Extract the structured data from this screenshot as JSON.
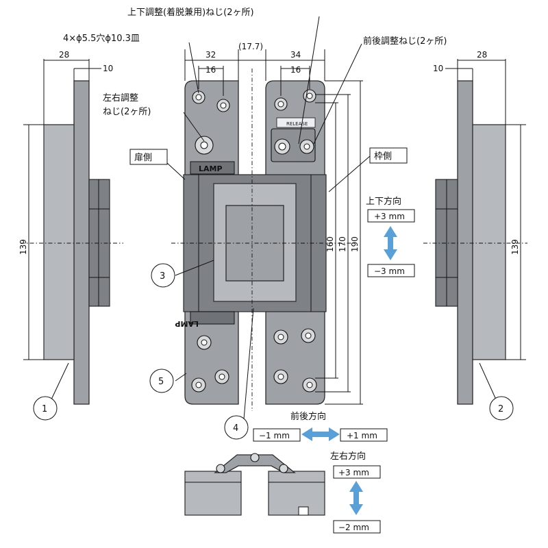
{
  "callouts": {
    "top_adjust": "上下調整(着脱兼用)ねじ(2ヶ所)",
    "mount_holes": "4×ϕ5.5穴ϕ10.3皿",
    "lateral_adjust_line1": "左右調整",
    "lateral_adjust_line2": "ねじ(2ヶ所)",
    "depth_adjust": "前後調整ねじ(2ヶ所)",
    "door_side": "扉側",
    "frame_side": "枠側",
    "logo": "LAMP",
    "release": "RELEASE"
  },
  "dimensions": {
    "left_28": "28",
    "left_10": "10",
    "top_32": "32",
    "top_16a": "16",
    "top_17_7": "(17.7)",
    "top_34": "34",
    "top_16b": "16",
    "right_10": "10",
    "right_28": "28",
    "h_139_left": "139",
    "h_139_right": "139",
    "h_160": "160",
    "h_170": "170",
    "h_190": "190"
  },
  "adjustments": {
    "vertical_title": "上下方向",
    "vertical_plus": "+3 mm",
    "vertical_minus": "−3 mm",
    "depth_title": "前後方向",
    "depth_minus": "−1 mm",
    "depth_plus": "+1 mm",
    "lateral_title": "左右方向",
    "lateral_plus": "+3 mm",
    "lateral_minus": "−2 mm"
  },
  "part_numbers": {
    "p1": "1",
    "p2": "2",
    "p3": "3",
    "p4": "4",
    "p5": "5"
  },
  "colors": {
    "metal": "#9ea1a6",
    "arrow": "#5aa0d8"
  }
}
